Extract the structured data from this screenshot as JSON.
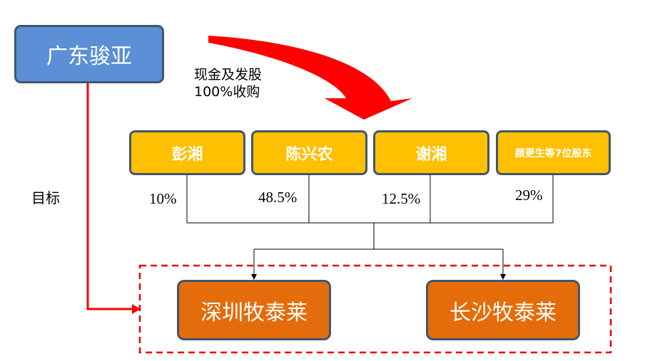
{
  "acquirer": {
    "label": "广东骏亚"
  },
  "deal_note": {
    "line1": "现金及发股",
    "line2": "100%收购"
  },
  "target_label": "目标",
  "shareholders": [
    {
      "name": "彭湘",
      "pct": "10%"
    },
    {
      "name": "陈兴农",
      "pct": "48.5%"
    },
    {
      "name": "谢湘",
      "pct": "12.5%"
    },
    {
      "name": "颜更生等7位股东",
      "pct": "29%"
    }
  ],
  "targets": [
    {
      "name": "深圳牧泰莱"
    },
    {
      "name": "长沙牧泰莱"
    }
  ],
  "colors": {
    "acquirer": "#5b8fd6",
    "holder": "#ffc000",
    "target": "#e46c0a",
    "border": "#3f5670",
    "arrow": "#ff0000",
    "dashed": "#e8000b"
  }
}
